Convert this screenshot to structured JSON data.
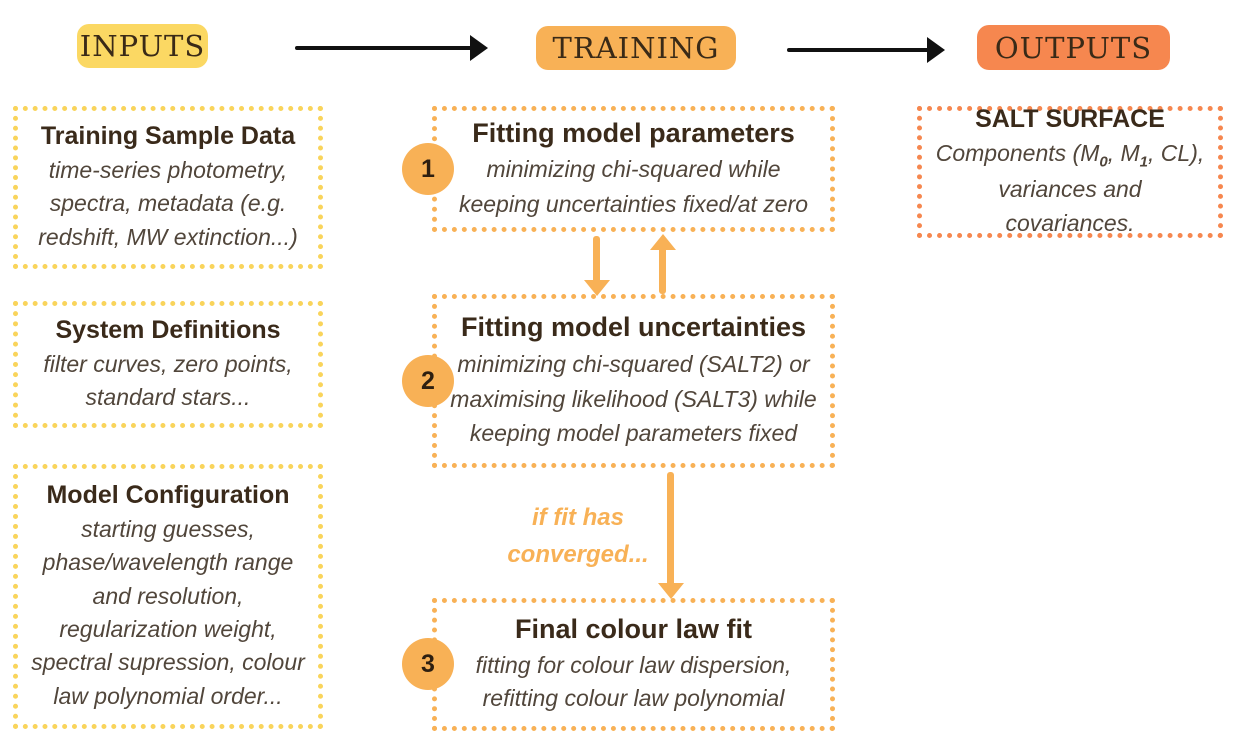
{
  "palette": {
    "yellow": "#F9D45B",
    "yellow_bg": "#FBD863",
    "orange": "#F8B156",
    "deep_orange": "#F6874F",
    "title_text": "#3A2A1A",
    "body_text": "#51463B",
    "arrow_black": "#111111"
  },
  "headers": {
    "inputs": "INPUTS",
    "training": "TRAINING",
    "outputs": "OUTPUTS"
  },
  "input_boxes": [
    {
      "title": "Training Sample Data",
      "body": "time-series photometry, spectra, metadata (e.g. redshift, MW extinction...)"
    },
    {
      "title": "System Definitions",
      "body": "filter curves, zero points, standard stars..."
    },
    {
      "title": "Model Configuration",
      "body": "starting guesses, phase/wavelength range and resolution, regularization weight, spectral supression, colour law polynomial order..."
    }
  ],
  "training_boxes": [
    {
      "number": "1",
      "title": "Fitting model parameters",
      "body": "minimizing chi-squared while keeping uncertainties fixed/at zero"
    },
    {
      "number": "2",
      "title": "Fitting model uncertainties",
      "body": "minimizing chi-squared (SALT2) or maximising likelihood (SALT3) while keeping model parameters fixed"
    },
    {
      "number": "3",
      "title": "Final colour law fit",
      "body": "fitting for colour law dispersion, refitting colour law polynomial"
    }
  ],
  "flow": {
    "converged_note": "if fit has converged..."
  },
  "output_box": {
    "title": "SALT SURFACE",
    "body": {
      "p1": "Components (M",
      "s1": "0",
      "p2": ", M",
      "s2": "1",
      "p3": ", CL),",
      "p4": "variances and covariances."
    }
  }
}
